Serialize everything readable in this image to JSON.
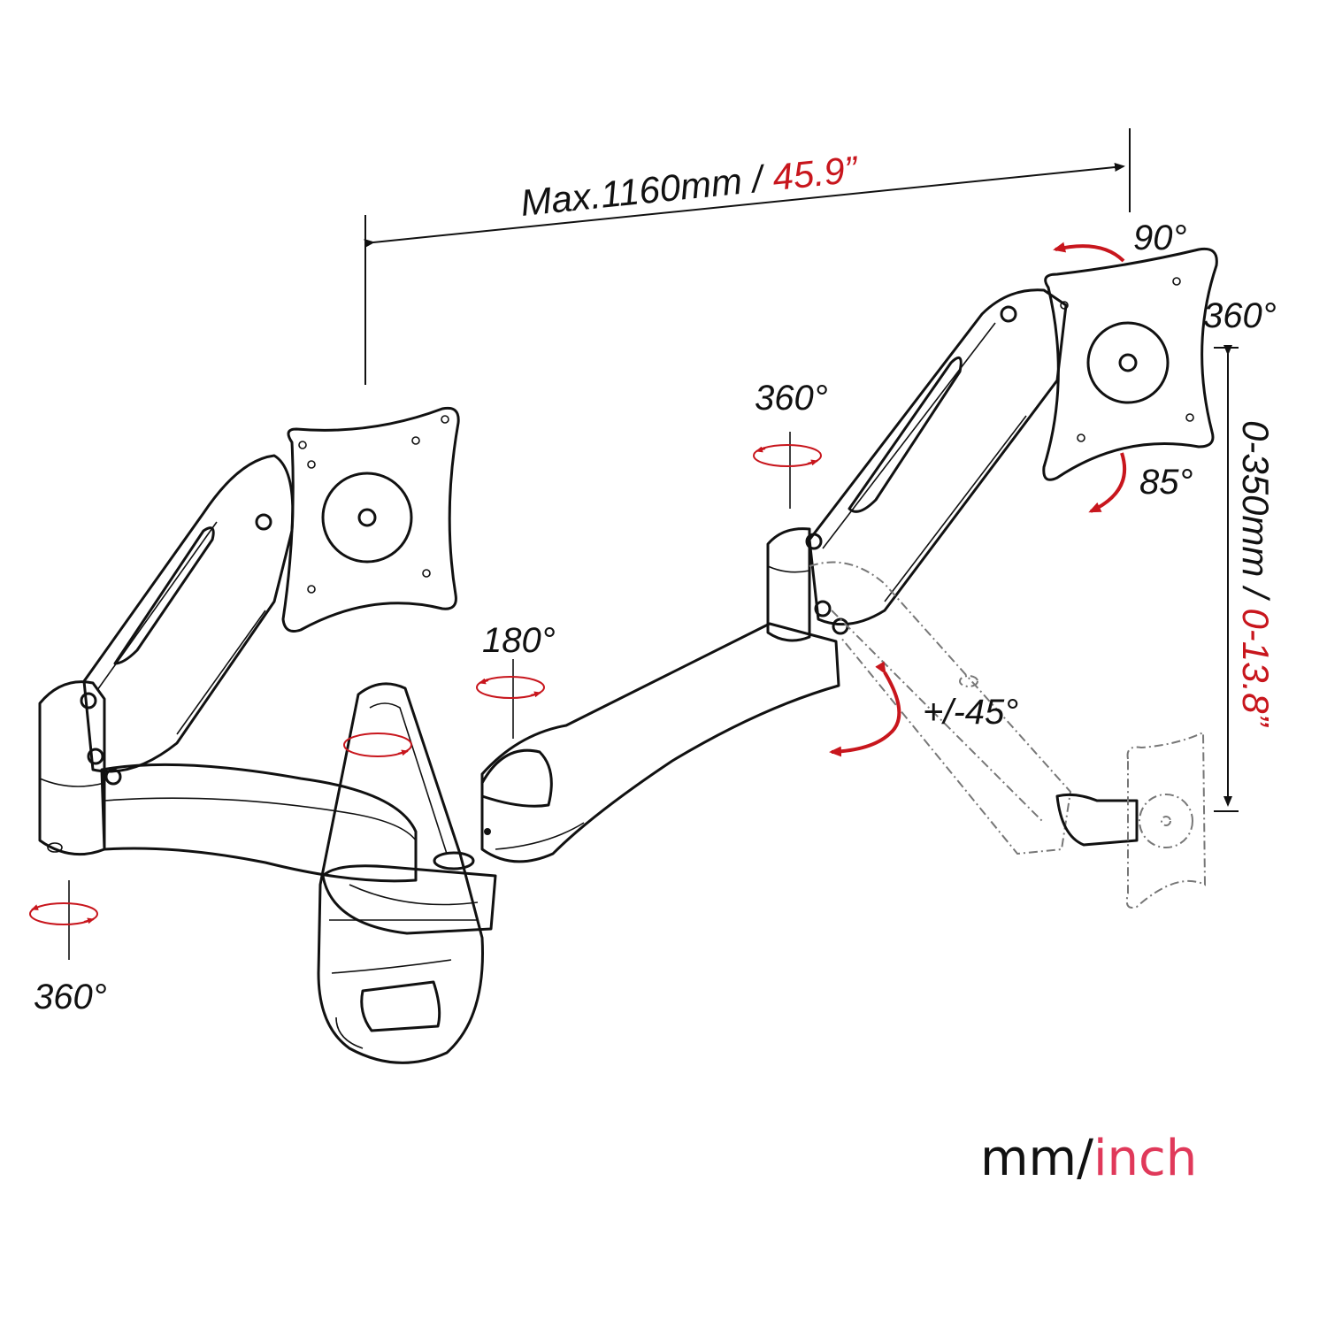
{
  "dimensions": {
    "width_label": "Max.1160mm / ",
    "width_inch": "45.9”",
    "height_label": "0-350mm / ",
    "height_inch": "0-13.8”"
  },
  "angles": {
    "left_base": "360°",
    "middle_joint": "180°",
    "right_joint": "360°",
    "tilt_up": "90°",
    "rotate": "360°",
    "tilt_down": "85°",
    "swing": "+/-45°"
  },
  "units": {
    "mm": "mm/",
    "inch": "inch"
  },
  "colors": {
    "accent": "#c8161d",
    "inch_pink": "#e0395a",
    "line": "#111111"
  },
  "icons": {
    "rotation_arrow": "rotation-arrow-icon",
    "dimension_arrow": "dimension-arrow-icon"
  }
}
